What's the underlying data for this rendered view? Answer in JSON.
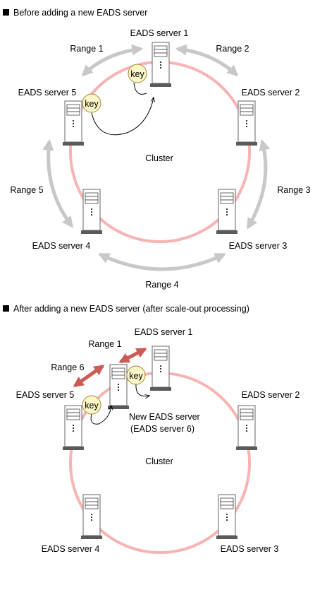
{
  "before": {
    "title": "Before adding a new EADS server",
    "cluster_label": "Cluster",
    "key_label": "key",
    "servers": {
      "s1": "EADS server 1",
      "s2": "EADS server 2",
      "s3": "EADS server 3",
      "s4": "EADS server 4",
      "s5": "EADS server 5"
    },
    "ranges": {
      "r1": "Range 1",
      "r2": "Range 2",
      "r3": "Range 3",
      "r4": "Range 4",
      "r5": "Range 5"
    }
  },
  "after": {
    "title": "After adding a new EADS server (after scale-out processing)",
    "cluster_label": "Cluster",
    "key_label": "key",
    "servers": {
      "s1": "EADS server 1",
      "s2": "EADS server 2",
      "s3": "EADS server 3",
      "s4": "EADS server 4",
      "s5": "EADS server 5"
    },
    "new_server_line1": "New EADS server",
    "new_server_line2": "(EADS server 6)",
    "ranges": {
      "r1": "Range 1",
      "r6": "Range 6"
    }
  },
  "colors": {
    "ring": "#f8b4b4",
    "range_arrow_gray": "#c8c8c8",
    "range_arrow_red": "#cc5a55",
    "key_fill": "#fbf6c8",
    "key_stroke": "#a08a3a"
  }
}
